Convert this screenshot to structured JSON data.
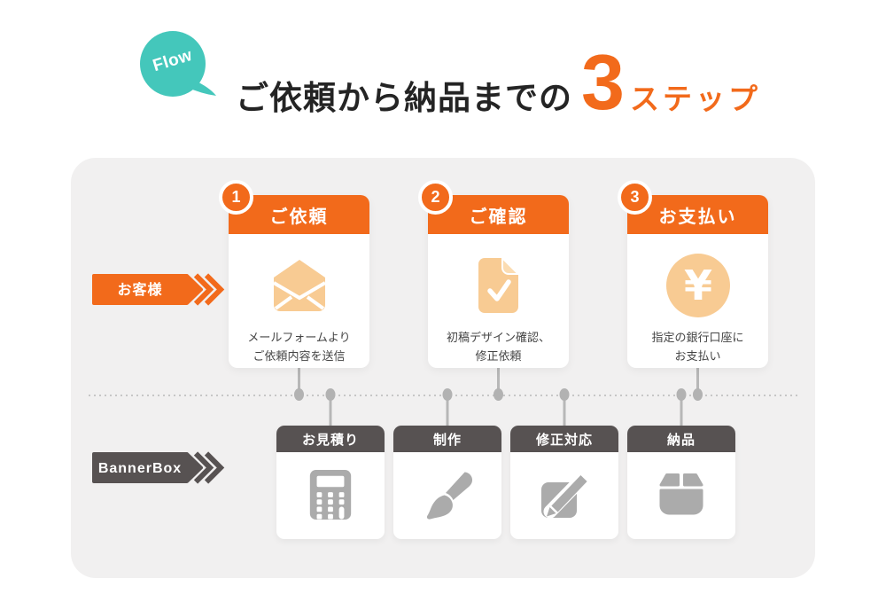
{
  "header": {
    "flow_label": "Flow",
    "title_prefix": "ご依頼から納品までの",
    "title_number": "3",
    "title_suffix": "ステップ"
  },
  "rows": {
    "customer_label": "お客様",
    "provider_label": "BannerBox"
  },
  "steps": [
    {
      "number": "1",
      "title": "ご依頼",
      "icon": "open-mail-icon",
      "desc_line1": "メールフォームより",
      "desc_line2": "ご依頼内容を送信"
    },
    {
      "number": "2",
      "title": "ご確認",
      "icon": "document-check-icon",
      "desc_line1": "初稿デザイン確認、",
      "desc_line2": "修正依頼"
    },
    {
      "number": "3",
      "title": "お支払い",
      "icon": "yen-circle-icon",
      "desc_line1": "指定の銀行口座に",
      "desc_line2": "お支払い"
    }
  ],
  "tasks": [
    {
      "title": "お見積り",
      "icon": "calculator-icon"
    },
    {
      "title": "制作",
      "icon": "paint-brush-icon"
    },
    {
      "title": "修正対応",
      "icon": "edit-pencil-icon"
    },
    {
      "title": "納品",
      "icon": "package-box-icon"
    }
  ],
  "colors": {
    "accent_orange": "#F26A1B",
    "light_orange": "#F8CB93",
    "teal": "#44C7BB",
    "dark_gray": "#575252",
    "icon_gray": "#ABABAB",
    "panel_bg": "#F1F0F0"
  }
}
